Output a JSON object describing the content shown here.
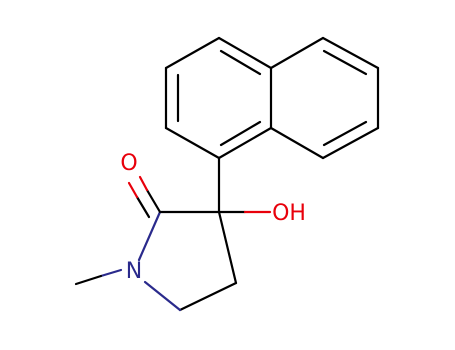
{
  "molecule": {
    "atoms": {
      "carbonyl_oxygen": "O",
      "hydroxyl": "OH",
      "ring_nitrogen": "N"
    },
    "colors": {
      "bond": "#000000",
      "oxygen": "#e8000b",
      "nitrogen": "#2a2a8c",
      "background": "#ffffff"
    }
  }
}
